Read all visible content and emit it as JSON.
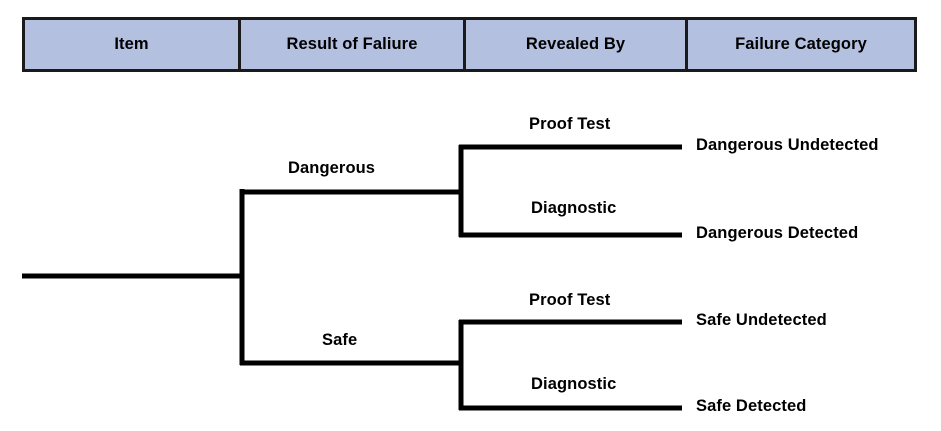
{
  "header": {
    "columns": [
      {
        "label": "Item"
      },
      {
        "label": "Result of Faliure"
      },
      {
        "label": "Revealed By"
      },
      {
        "label": "Failure Category"
      }
    ],
    "fill_color": "#b4c0e0",
    "border_color": "#1a1a1a"
  },
  "diagram": {
    "line_color": "#000000",
    "root": {
      "label": ""
    },
    "branches": [
      {
        "label": "Dangerous",
        "children": [
          {
            "revealed_by": "Proof Test",
            "category": "Dangerous Undetected"
          },
          {
            "revealed_by": "Diagnostic",
            "category": "Dangerous Detected"
          }
        ]
      },
      {
        "label": "Safe",
        "children": [
          {
            "revealed_by": "Proof Test",
            "category": "Safe Undetected"
          },
          {
            "revealed_by": "Diagnostic",
            "category": "Safe Detected"
          }
        ]
      }
    ]
  }
}
